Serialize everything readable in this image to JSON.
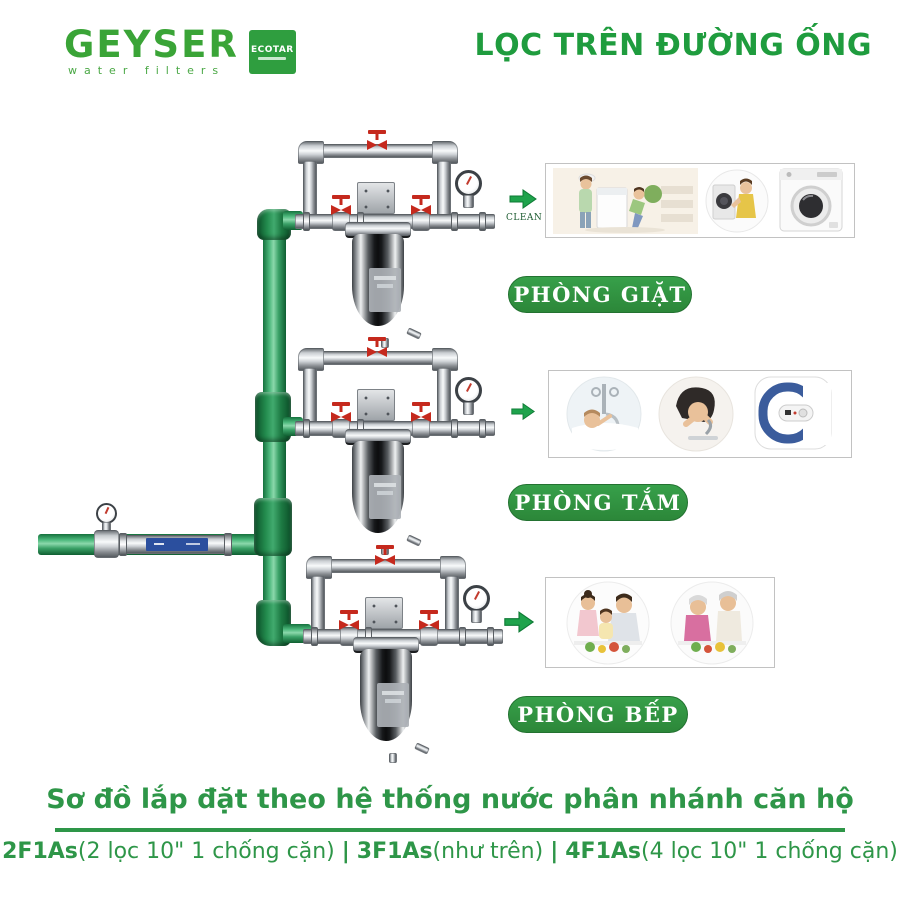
{
  "brand": {
    "name": "GEYSER",
    "tagline": "water filters",
    "badge": "ECOTAR"
  },
  "header": {
    "title": "LỌC TRÊN ĐƯỜNG ỐNG"
  },
  "colors": {
    "brand_green": "#2f9e3f",
    "title_green": "#1f9c3e",
    "pill_green": "#2e8b3a",
    "pipe_green": "#3aa167",
    "valve_red": "#c5291d",
    "footer_green": "#2e9648",
    "label_blue": "#2b4f9e"
  },
  "diagram": {
    "arrow_caption": "CLEAN",
    "branches": [
      {
        "room_label": "PHÒNG GIẶT",
        "photos": [
          "family-laundry",
          "woman-with-washer",
          "washing-machine"
        ]
      },
      {
        "room_label": "PHÒNG TẮM",
        "photos": [
          "child-in-bath",
          "woman-washing-face",
          "water-heater"
        ]
      },
      {
        "room_label": "PHÒNG BẾP",
        "photos": [
          "family-cooking",
          "elderly-couple-cooking"
        ]
      }
    ]
  },
  "footer": {
    "heading": "Sơ đồ lắp đặt theo hệ thống nước phân nhánh căn hộ",
    "separator": "|",
    "options": [
      {
        "model": "2F1As",
        "desc": "(2 lọc 10\" 1 chống cặn)"
      },
      {
        "model": "3F1As",
        "desc": "(như trên)"
      },
      {
        "model": "4F1As",
        "desc": "(4 lọc 10\" 1 chống cặn)"
      }
    ]
  }
}
